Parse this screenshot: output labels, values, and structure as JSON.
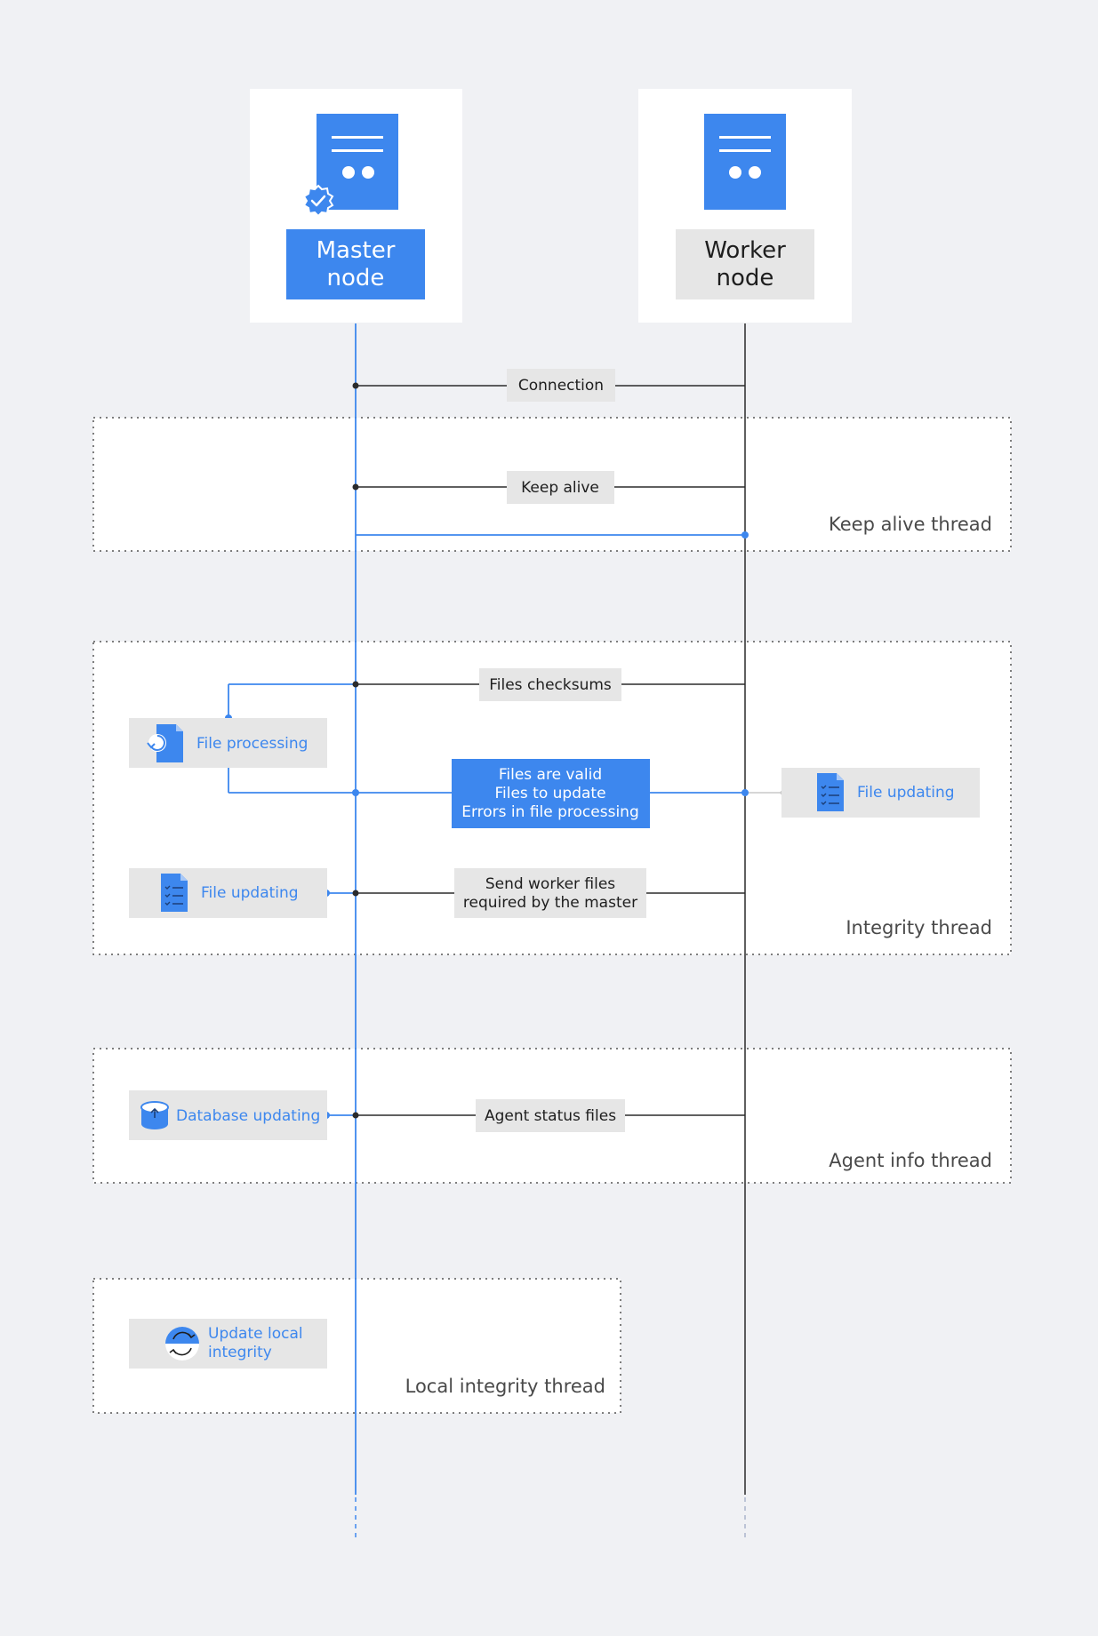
{
  "colors": {
    "background": "#f0f1f4",
    "accent_blue": "#3d87ee",
    "panel_white": "#ffffff",
    "label_gray": "#e6e6e6",
    "line_dark": "#2b2b2b"
  },
  "nodes": {
    "master": {
      "label_line1": "Master",
      "label_line2": "node",
      "icon": "server-verified-icon"
    },
    "worker": {
      "label_line1": "Worker",
      "label_line2": "node",
      "icon": "server-icon"
    }
  },
  "messages": {
    "connection": "Connection",
    "keep_alive": "Keep alive",
    "files_checksums": "Files checksums",
    "files_result": {
      "line1": "Files are valid",
      "line2": "Files to update",
      "line3": "Errors in file processing"
    },
    "send_worker_files": {
      "line1": "Send worker files",
      "line2": "required by the master"
    },
    "agent_status_files": "Agent status files"
  },
  "actions": {
    "file_processing": "File processing",
    "file_updating_worker": "File updating",
    "file_updating_master": "File updating",
    "database_updating": "Database updating",
    "update_local_integrity": {
      "line1": "Update local",
      "line2": "integrity"
    }
  },
  "threads": {
    "keep_alive": "Keep alive thread",
    "integrity": "Integrity thread",
    "agent_info": "Agent info thread",
    "local_integrity": "Local integrity thread"
  }
}
